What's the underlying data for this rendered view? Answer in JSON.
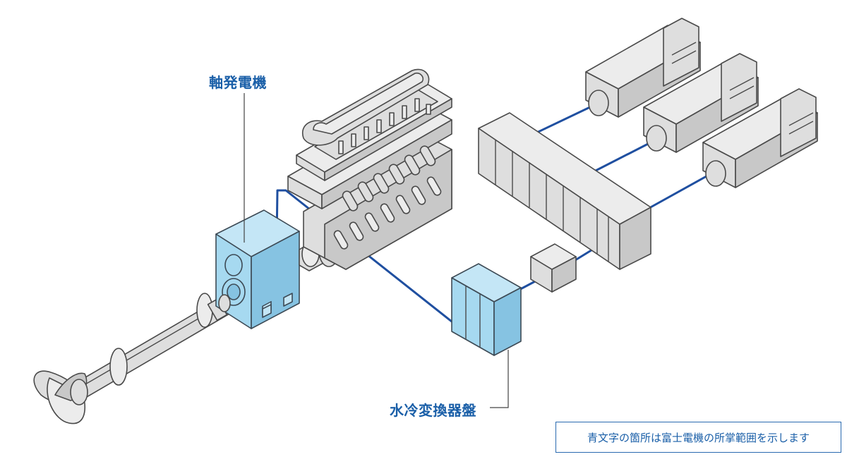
{
  "labels": {
    "shaft_generator": "軸発電機",
    "converter_panel": "水冷変換器盤"
  },
  "legend": {
    "text": "青文字の箇所は富士電機の所掌範囲を示します"
  },
  "colors": {
    "brand_blue": "#1a5fa8",
    "cable": "#1f4fa0",
    "highlight_fill": "#9fd6ee",
    "gray_fill": "#dcdcdc",
    "outline": "#4a4a4a"
  }
}
